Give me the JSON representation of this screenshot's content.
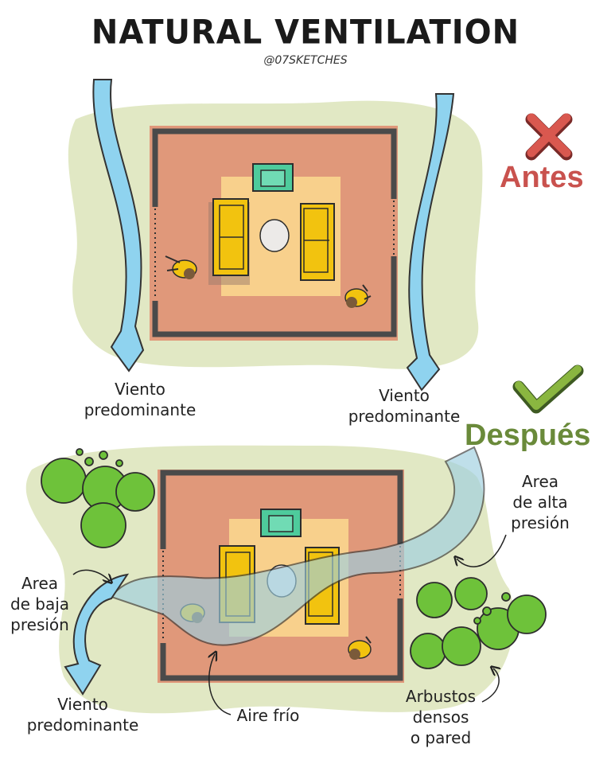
{
  "header": {
    "title": "NATURAL VENTILATION",
    "handle": "@07SKETCHES"
  },
  "before": {
    "status_label": "Antes",
    "status_icon": "x-mark-icon",
    "wind_label_left": "Viento\npredominante",
    "wind_label_right": "Viento\npredominante"
  },
  "after": {
    "status_label": "Después",
    "status_icon": "check-mark-icon",
    "high_pressure_label": "Area\nde alta\npresión",
    "low_pressure_label": "Area\nde baja\npresión",
    "wind_label": "Viento\npredominante",
    "cool_air_label": "Aire frío",
    "shrubs_label": "Arbustos\ndensos\no pared"
  },
  "colors": {
    "lawn": "#e1e8c4",
    "floor": "#e0987a",
    "rug": "#f8d08c",
    "sofa": "#f2c30f",
    "armchair": "#4ecb9c",
    "wall": "#5a5a5a",
    "wind": "#8fd3ef",
    "airflow": "#b7d8e4",
    "shrub": "#6ec23a",
    "antes": "#c9524e",
    "despues": "#6a8a3a"
  }
}
